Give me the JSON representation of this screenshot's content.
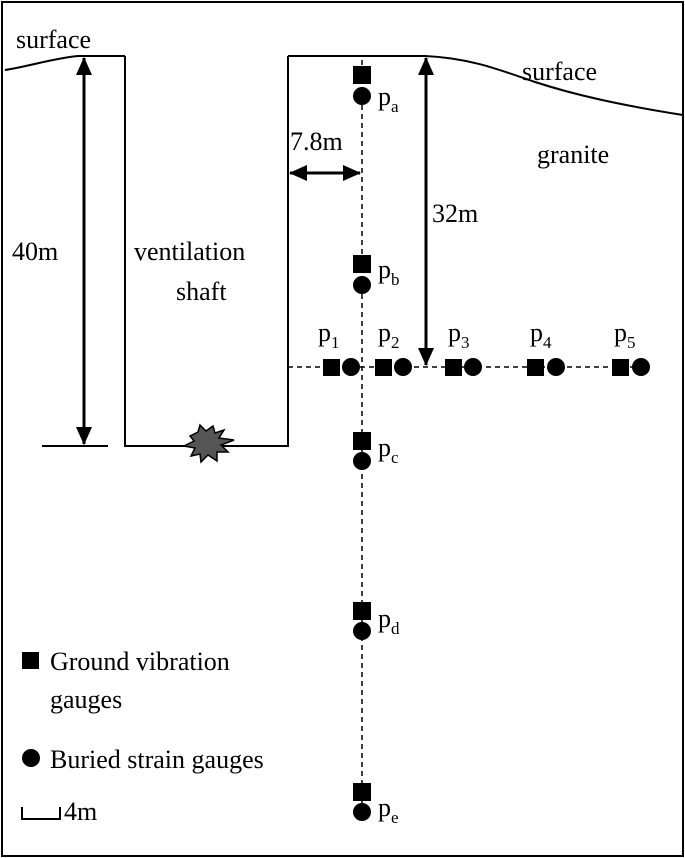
{
  "terrain": {
    "surface_left": "surface",
    "surface_right": "surface",
    "rock": "granite"
  },
  "shaft": {
    "label_line1": "ventilation",
    "label_line2": "shaft"
  },
  "dimensions": {
    "depth_shaft": "40m",
    "depth_row": "32m",
    "offset": "7.8m"
  },
  "vertical_points": [
    {
      "base": "p",
      "sub": "a"
    },
    {
      "base": "p",
      "sub": "b"
    },
    {
      "base": "p",
      "sub": "c"
    },
    {
      "base": "p",
      "sub": "d"
    },
    {
      "base": "p",
      "sub": "e"
    }
  ],
  "horizontal_points": [
    {
      "base": "p",
      "sub": "1"
    },
    {
      "base": "p",
      "sub": "2"
    },
    {
      "base": "p",
      "sub": "3"
    },
    {
      "base": "p",
      "sub": "4"
    },
    {
      "base": "p",
      "sub": "5"
    }
  ],
  "legend": {
    "square_line1": "Ground vibration",
    "square_line2": "gauges",
    "circle": "Buried strain gauges",
    "scale": "4m"
  },
  "colors": {
    "line": "#000000",
    "blast_fill": "#555555"
  }
}
